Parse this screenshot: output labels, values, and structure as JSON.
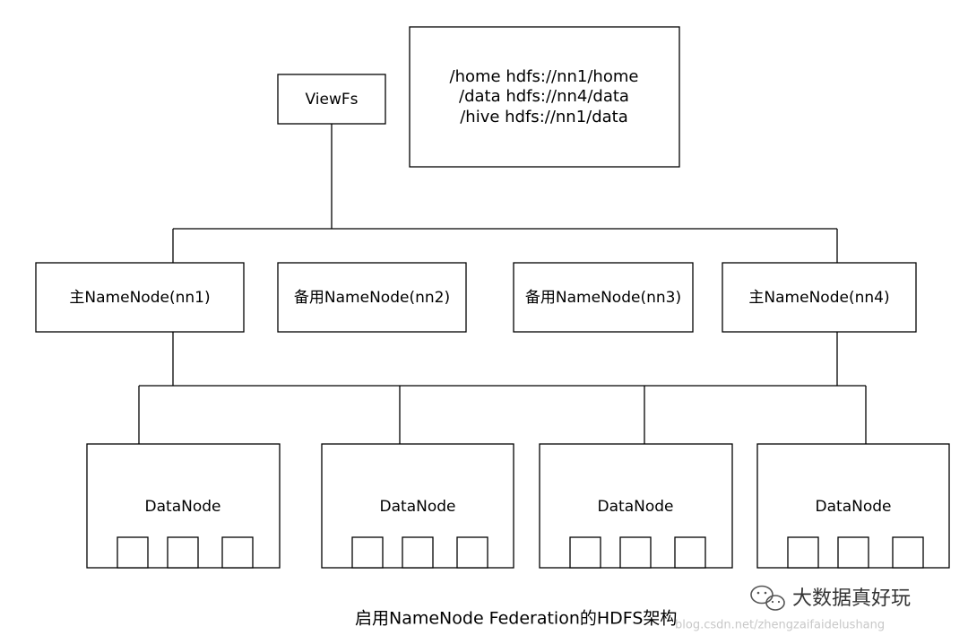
{
  "viewfs": {
    "label": "ViewFs"
  },
  "mount_table": {
    "lines": [
      "/home hdfs://nn1/home",
      "/data hdfs://nn4/data",
      "/hive hdfs://nn1/data"
    ]
  },
  "namenodes": [
    {
      "label": "主NameNode(nn1)"
    },
    {
      "label": "备用NameNode(nn2)"
    },
    {
      "label": "备用NameNode(nn3)"
    },
    {
      "label": "主NameNode(nn4)"
    }
  ],
  "datanodes": [
    {
      "label": "DataNode",
      "blocks": 3
    },
    {
      "label": "DataNode",
      "blocks": 3
    },
    {
      "label": "DataNode",
      "blocks": 3
    },
    {
      "label": "DataNode",
      "blocks": 3
    }
  ],
  "caption": "启用NameNode Federation的HDFS架构",
  "watermark": {
    "account": "大数据真好玩",
    "icon": "wechat-icon",
    "url": "blog.csdn.net/zhengzaifaidelushang"
  }
}
